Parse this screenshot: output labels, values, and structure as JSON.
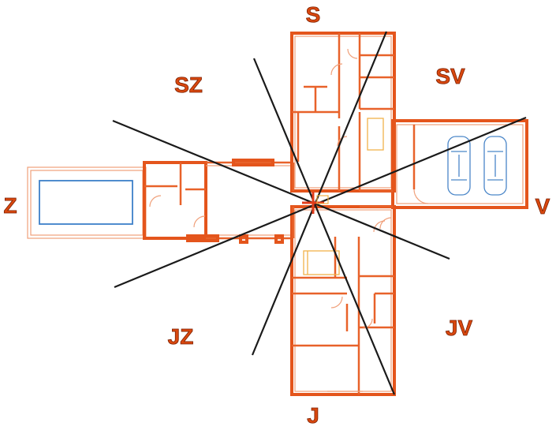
{
  "directions": {
    "north": "S",
    "northeast": "SV",
    "east": "V",
    "southeast": "JV",
    "south": "J",
    "southwest": "JZ",
    "west": "Z",
    "northwest": "SZ"
  },
  "colors": {
    "label": "#d9480f",
    "walls": "#e8622a",
    "axes": "#1a1a1a",
    "center_marker": "#e23c1a",
    "cars": "#4a86c8",
    "pool": "#3d7fc9"
  }
}
